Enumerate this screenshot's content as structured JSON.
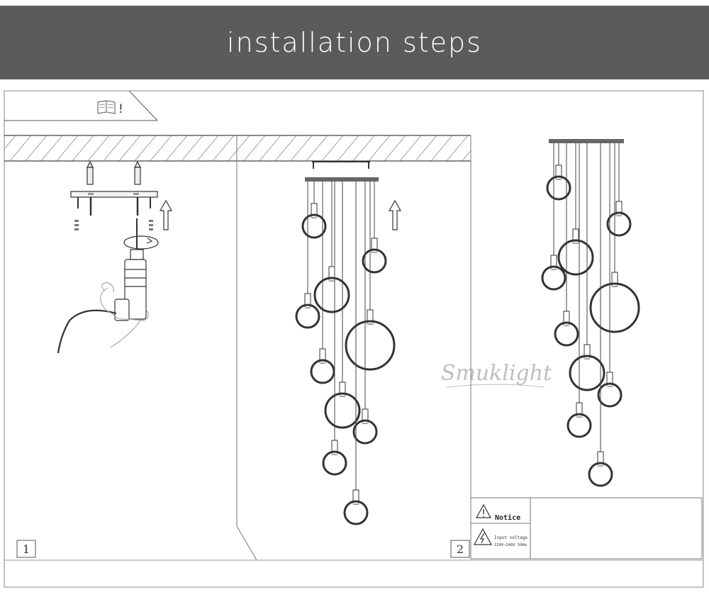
{
  "banner": {
    "title": "installation steps"
  },
  "header": {
    "mark": "!"
  },
  "steps": [
    {
      "number": "1"
    },
    {
      "number": "2"
    }
  ],
  "watermark": {
    "brand": "Smuklight"
  },
  "notice": {
    "title": "Notice",
    "voltage_label": "Input voltage",
    "voltage_value": "220V~240V 50Hz"
  },
  "icons": {
    "manual": "open-book-icon",
    "warning": "warning-triangle-icon",
    "electric": "lightning-warning-icon",
    "up_arrow": "up-arrow-icon"
  },
  "colors": {
    "banner": "#5b5b5b",
    "line": "#333333",
    "frame": "#9a9a9a"
  }
}
